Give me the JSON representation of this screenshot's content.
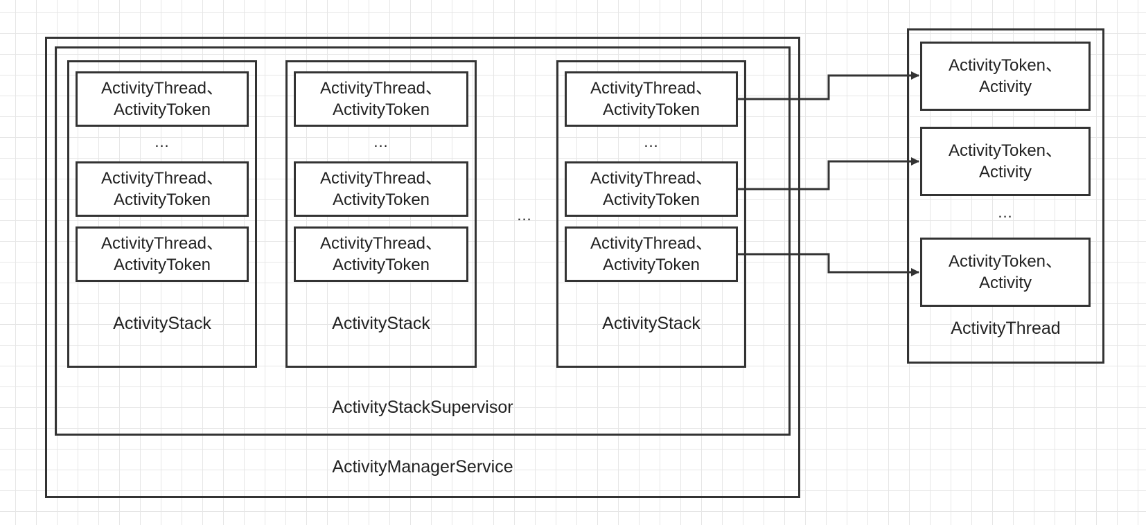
{
  "ams": {
    "label": "ActivityManagerService"
  },
  "supervisor": {
    "label": "ActivityStackSupervisor"
  },
  "stacks": [
    {
      "label": "ActivityStack",
      "ellipsis": "...",
      "items": [
        {
          "line1": "ActivityThread、",
          "line2": "ActivityToken"
        },
        {
          "line1": "ActivityThread、",
          "line2": "ActivityToken"
        },
        {
          "line1": "ActivityThread、",
          "line2": "ActivityToken"
        }
      ]
    },
    {
      "label": "ActivityStack",
      "ellipsis": "...",
      "items": [
        {
          "line1": "ActivityThread、",
          "line2": "ActivityToken"
        },
        {
          "line1": "ActivityThread、",
          "line2": "ActivityToken"
        },
        {
          "line1": "ActivityThread、",
          "line2": "ActivityToken"
        }
      ]
    },
    {
      "label": "ActivityStack",
      "ellipsis": "...",
      "items": [
        {
          "line1": "ActivityThread、",
          "line2": "ActivityToken"
        },
        {
          "line1": "ActivityThread、",
          "line2": "ActivityToken"
        },
        {
          "line1": "ActivityThread、",
          "line2": "ActivityToken"
        }
      ]
    }
  ],
  "between_stacks_ellipsis": "...",
  "activity_thread": {
    "label": "ActivityThread",
    "ellipsis": "...",
    "items": [
      {
        "line1": "ActivityToken、",
        "line2": "Activity"
      },
      {
        "line1": "ActivityToken、",
        "line2": "Activity"
      },
      {
        "line1": "ActivityToken、",
        "line2": "Activity"
      }
    ]
  },
  "colors": {
    "stroke": "#333333",
    "grid": "#e6e6e6",
    "background": "#ffffff"
  }
}
